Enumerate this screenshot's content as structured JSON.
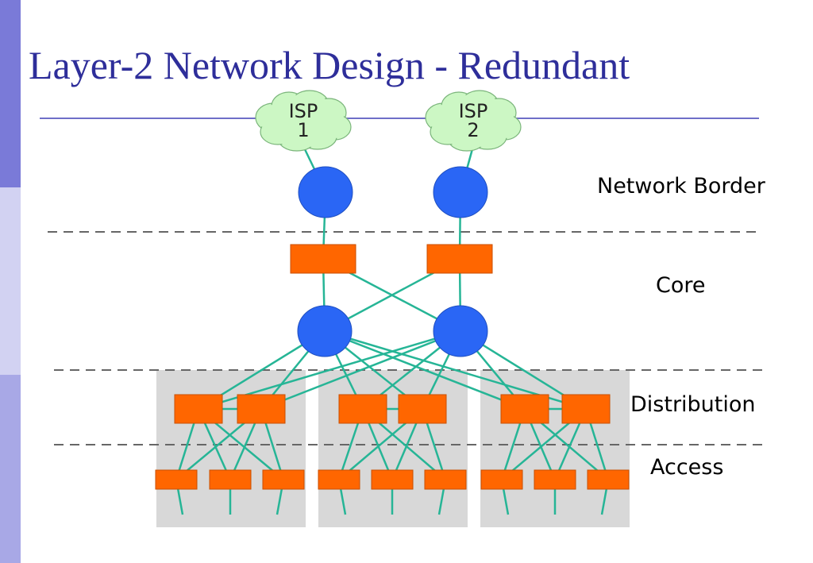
{
  "slide": {
    "title": "Layer-2 Network Design - Redundant"
  },
  "isps": [
    {
      "line1": "ISP",
      "line2": "1"
    },
    {
      "line1": "ISP",
      "line2": "2"
    }
  ],
  "layers": {
    "border": "Network Border",
    "core": "Core",
    "distribution": "Distribution",
    "access": "Access"
  },
  "colors": {
    "sidebar_top": "#7a7ad8",
    "sidebar_mid": "#d2d2f2",
    "sidebar_bottom": "#a8a8e6",
    "title": "#2e2e9a",
    "router": "#2a66f5",
    "switch": "#ff6600",
    "link": "#26b596",
    "cloud": "#ccf7c4",
    "pod": "#d8d8d8"
  },
  "icons": {
    "router": "blue-circle-router-icon",
    "switch": "orange-rectangle-switch-icon",
    "isp": "cloud-icon"
  }
}
